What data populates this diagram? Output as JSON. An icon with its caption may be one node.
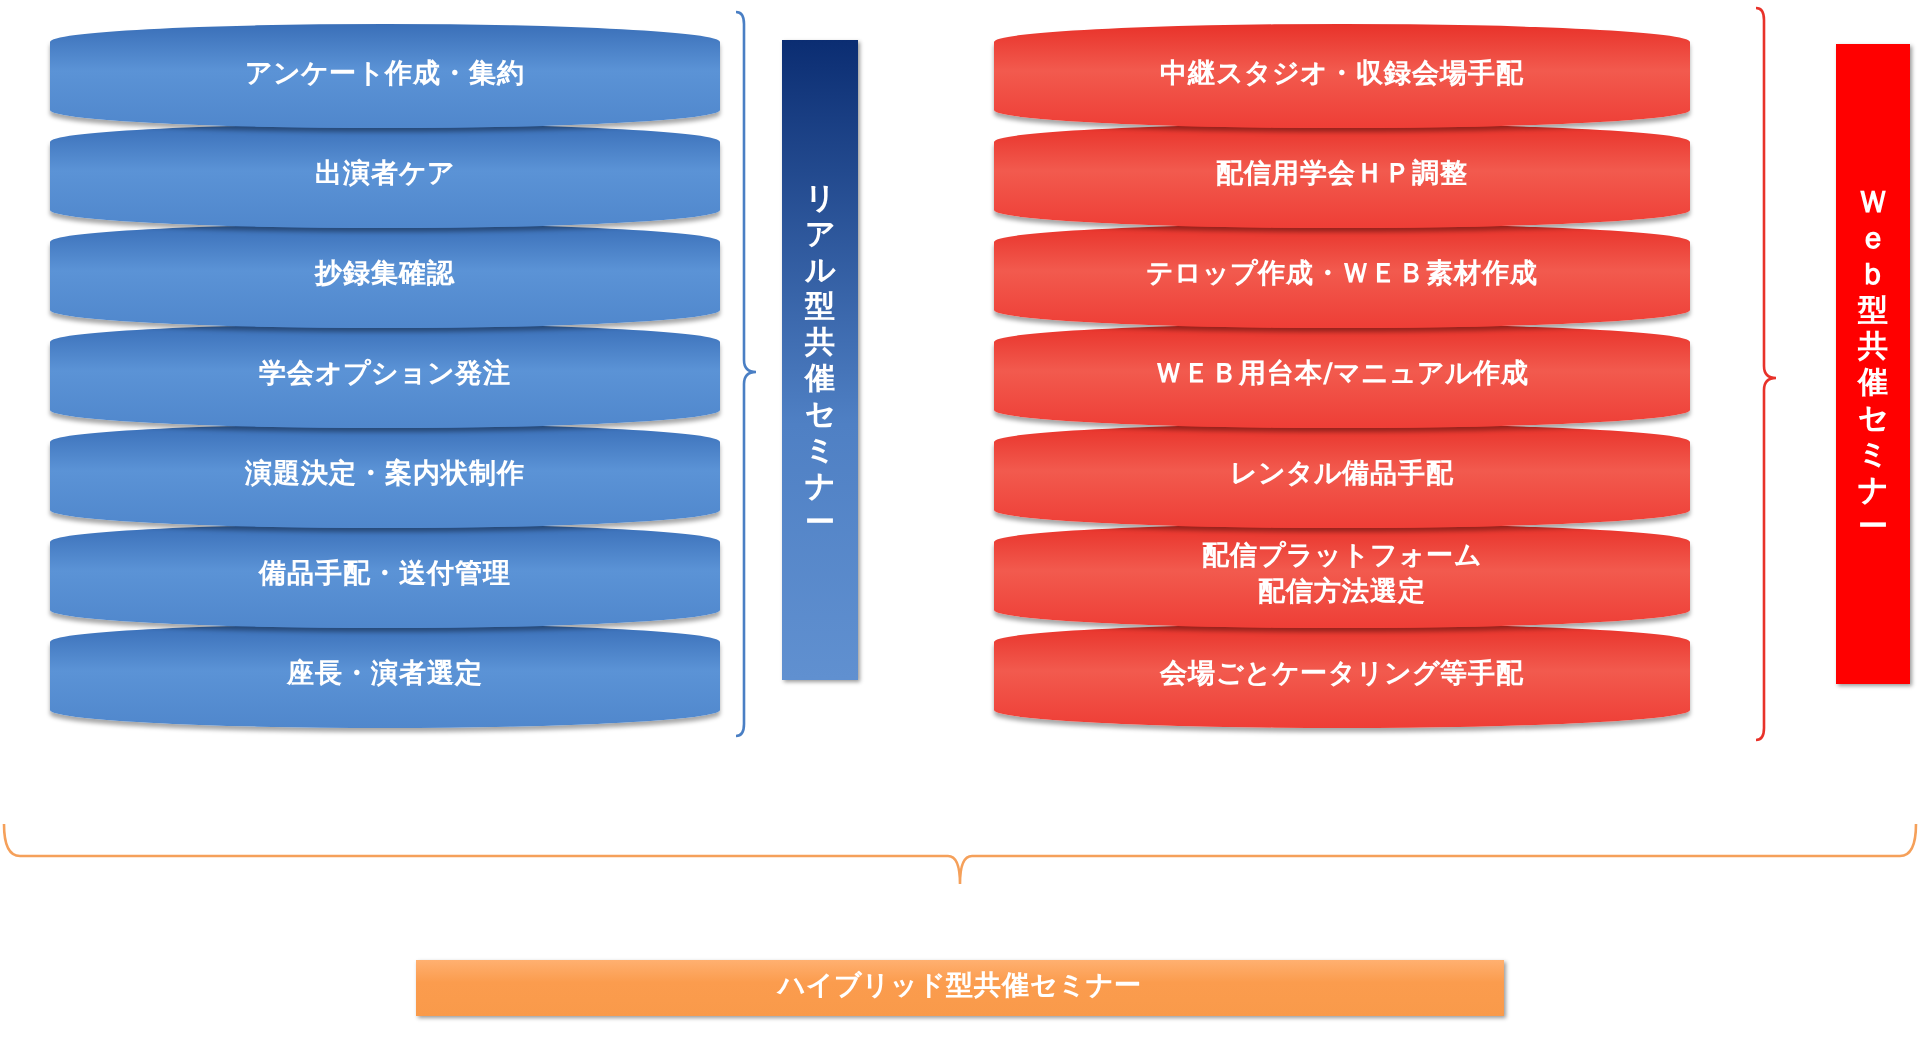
{
  "diagram": {
    "nodes": [
      {
        "text": [
          "アンケート作成・集約"
        ]
      },
      {
        "text": [
          "出演者ケア"
        ]
      },
      {
        "text": [
          "抄録集確認"
        ]
      },
      {
        "text": [
          "学会オプション発注"
        ]
      },
      {
        "text": [
          "演題決定・案内状制作"
        ]
      },
      {
        "text": [
          "備品手配・送付管理"
        ]
      },
      {
        "text": [
          "座長・演者選定"
        ]
      },
      {
        "text": [
          "リアル型共催セミナー"
        ]
      },
      {
        "text": [
          "中継スタジオ・収録会場手配"
        ]
      },
      {
        "text": [
          "配信用学会ＨＰ調整"
        ]
      },
      {
        "text": [
          "テロップ作成・ＷＥＢ素材作成"
        ]
      },
      {
        "text": [
          "ＷＥＢ用台本/マニュアル作成"
        ]
      },
      {
        "text": [
          "レンタル備品手配"
        ]
      },
      {
        "text": [
          "配信プラットフォーム配信方法選定"
        ]
      },
      {
        "text": [
          "会場ごとケータリング等手配"
        ]
      },
      {
        "text": [
          "Ｗｅｂ型共催セミナー"
        ]
      },
      {
        "text": [
          "ハイブリッド型共催セミナー"
        ]
      }
    ],
    "edges": []
  }
}
